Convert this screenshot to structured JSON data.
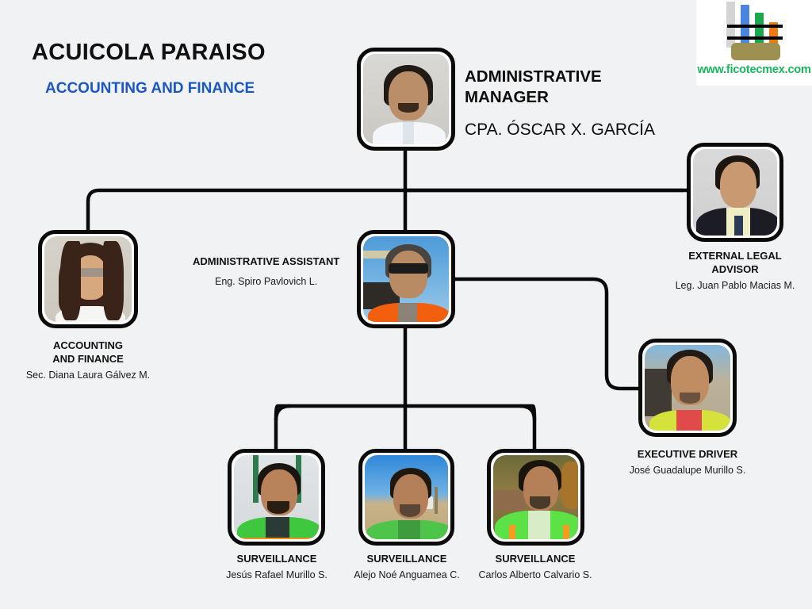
{
  "header": {
    "company": "ACUICOLA PARAISO",
    "department": "ACCOUNTING AND FINANCE"
  },
  "logo": {
    "url_text": "www.ficotecmex.com",
    "url_color": "#17b55e",
    "bar_colors": [
      "#d4d4d4",
      "#4a86e0",
      "#1aa84f",
      "#ef7b11"
    ],
    "base_color": "#9d9050"
  },
  "nodes": {
    "manager": {
      "role": "ADMINISTRATIVE\nMANAGER",
      "person": "CPA. ÓSCAR X. GARCÍA"
    },
    "accounting": {
      "role": "ACCOUNTING\nAND FINANCE",
      "person": "Sec. Diana Laura Gálvez M."
    },
    "assistant": {
      "role": "ADMINISTRATIVE ASSISTANT",
      "person": "Eng. Spiro Pavlovich L."
    },
    "legal": {
      "role": "EXTERNAL LEGAL\nADVISOR",
      "person": "Leg. Juan Pablo Macias M."
    },
    "driver": {
      "role": "EXECUTIVE DRIVER",
      "person": "José Guadalupe Murillo S."
    },
    "surveillance_1": {
      "role": "SURVEILLANCE",
      "person": "Jesús Rafael Murillo S."
    },
    "surveillance_2": {
      "role": "SURVEILLANCE",
      "person": "Alejo Noé Anguamea C."
    },
    "surveillance_3": {
      "role": "SURVEILLANCE",
      "person": "Carlos Alberto Calvario S."
    }
  },
  "theme": {
    "background": "#f1f2f4",
    "connector_color": "#0a0a0a",
    "card_border_color": "#0a0a0a",
    "accent_blue": "#1a56c4"
  }
}
